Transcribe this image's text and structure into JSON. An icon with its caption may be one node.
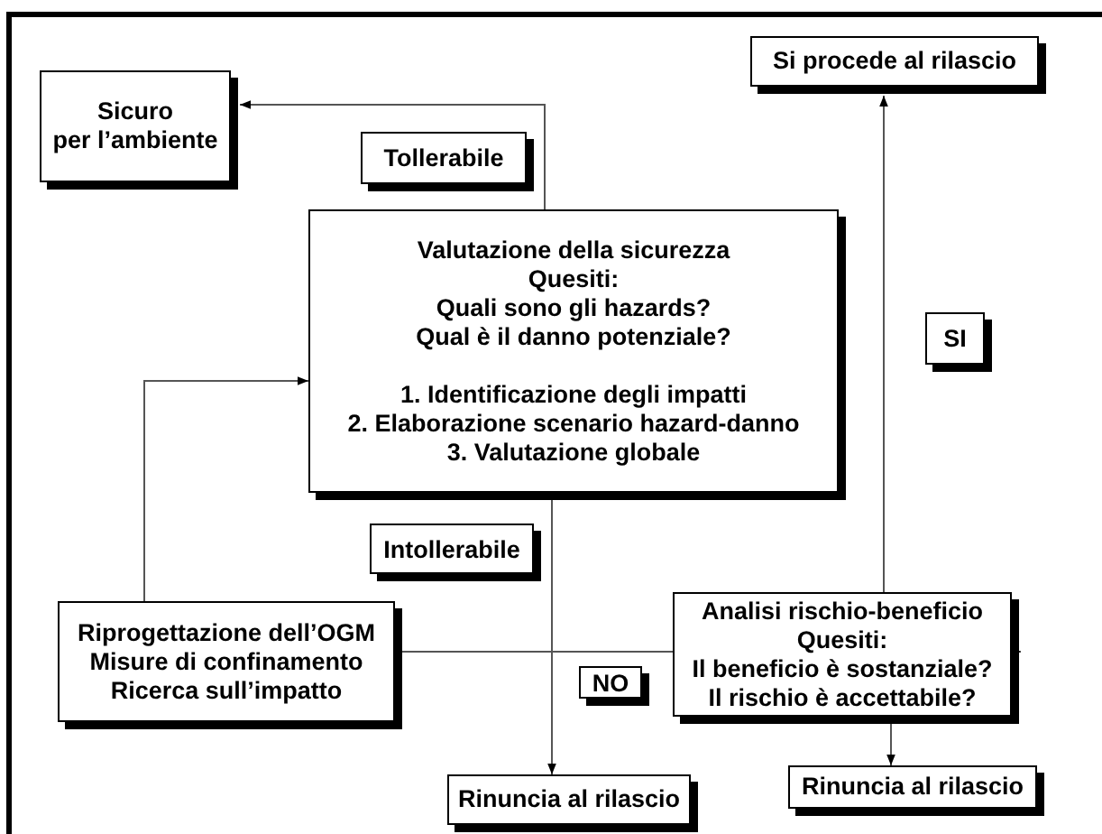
{
  "diagram": {
    "nodes": [
      {
        "text": [
          "Sicuro",
          "per l’ambiente"
        ]
      },
      {
        "text": [
          "Valutazione della sicurezza",
          "Quesiti:",
          "Quali sono gli hazards?",
          "Qual è il danno potenziale?",
          "1. Identificazione degli impatti",
          "2. Elaborazione scenario hazard-danno",
          "3. Valutazione globale"
        ]
      },
      {
        "text": [
          "Si procede al rilascio"
        ]
      },
      {
        "text": [
          "Riprogettazione dell’OGM",
          "Misure di confinamento",
          "Ricerca sull’impatto"
        ]
      },
      {
        "text": [
          "Analisi rischio-beneficio",
          "Quesiti:",
          "Il beneficio è sostanziale?",
          "Il rischio è accettabile?"
        ]
      },
      {
        "text": [
          "Rinuncia al rilascio"
        ]
      },
      {
        "text": [
          "Rinuncia al rilascio"
        ]
      }
    ],
    "edges": [
      {
        "from": 1,
        "to": 0,
        "arrow": "to",
        "label": "Tollerabile"
      },
      {
        "from": 3,
        "to": 1,
        "arrow": "to"
      },
      {
        "from": 1,
        "to": 5,
        "arrow": "to",
        "label": "Intollerabile"
      },
      {
        "from": 4,
        "to": 3,
        "arrow": "both",
        "label": "NO"
      },
      {
        "from": 4,
        "to": 2,
        "arrow": "to",
        "label": "SI"
      },
      {
        "from": 4,
        "to": 6,
        "arrow": "to"
      }
    ]
  }
}
